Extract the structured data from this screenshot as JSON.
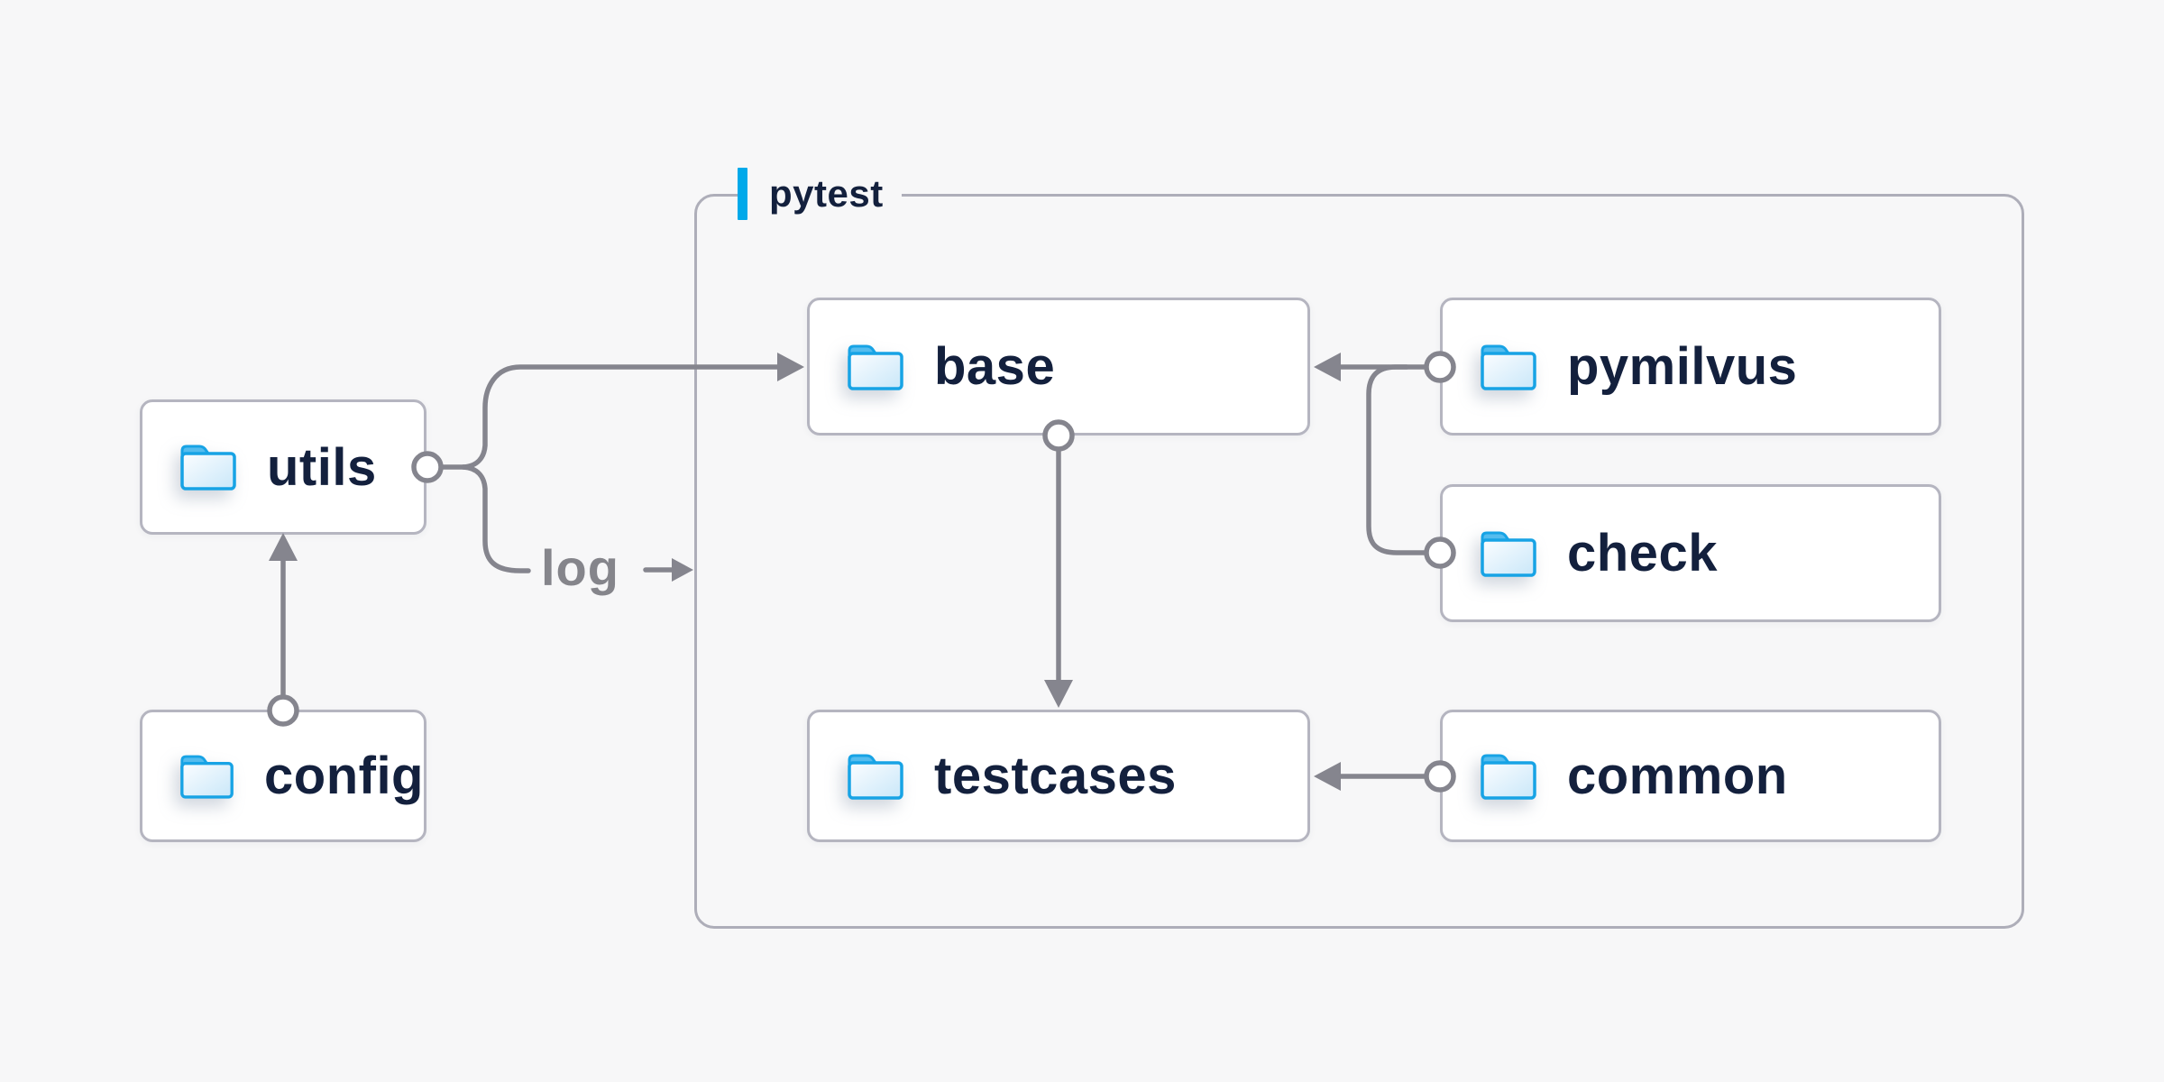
{
  "container": {
    "label": "pytest"
  },
  "nodes": [
    {
      "id": "utils",
      "label": "utils"
    },
    {
      "id": "config",
      "label": "config"
    },
    {
      "id": "base",
      "label": "base"
    },
    {
      "id": "pymilvus",
      "label": "pymilvus"
    },
    {
      "id": "check",
      "label": "check"
    },
    {
      "id": "testcases",
      "label": "testcases"
    },
    {
      "id": "common",
      "label": "common"
    }
  ],
  "edges": [
    {
      "from": "config",
      "to": "utils"
    },
    {
      "from": "utils",
      "to": "base"
    },
    {
      "from": "utils",
      "to": "pytest",
      "label": "log"
    },
    {
      "from": "base",
      "to": "testcases"
    },
    {
      "from": "pymilvus",
      "to": "base"
    },
    {
      "from": "check",
      "to": "base"
    },
    {
      "from": "common",
      "to": "testcases"
    }
  ],
  "colors": {
    "background": "#f7f7f8",
    "accent_cyan": "#00a9ea",
    "folder_blue": "#17a3e5",
    "folder_tab": "#55bcee",
    "text_navy": "#13203d",
    "line_gray": "#85858e",
    "node_border": "#b5b5c0",
    "container_border": "#aeaeb9"
  }
}
